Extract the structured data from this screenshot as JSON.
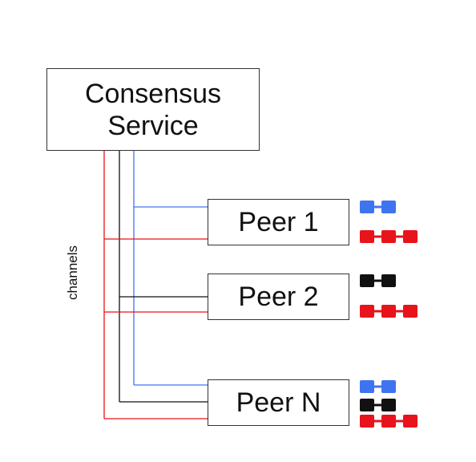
{
  "consensus": {
    "line1": "Consensus",
    "line2": "Service"
  },
  "channels_label": "channels",
  "peers": [
    {
      "label": "Peer 1",
      "ledgers": [
        "blue",
        "red"
      ]
    },
    {
      "label": "Peer 2",
      "ledgers": [
        "black",
        "red"
      ]
    },
    {
      "label": "Peer N",
      "ledgers": [
        "blue",
        "black",
        "red"
      ]
    }
  ],
  "channel_colors": {
    "red": "#e8131b",
    "black": "#111111",
    "blue": "#3f74f0"
  },
  "ledgers": {
    "blue": {
      "color": "#3f74f0",
      "blocks": 2
    },
    "black": {
      "color": "#111111",
      "blocks": 2
    },
    "red": {
      "color": "#e8131b",
      "blocks": 3
    }
  }
}
